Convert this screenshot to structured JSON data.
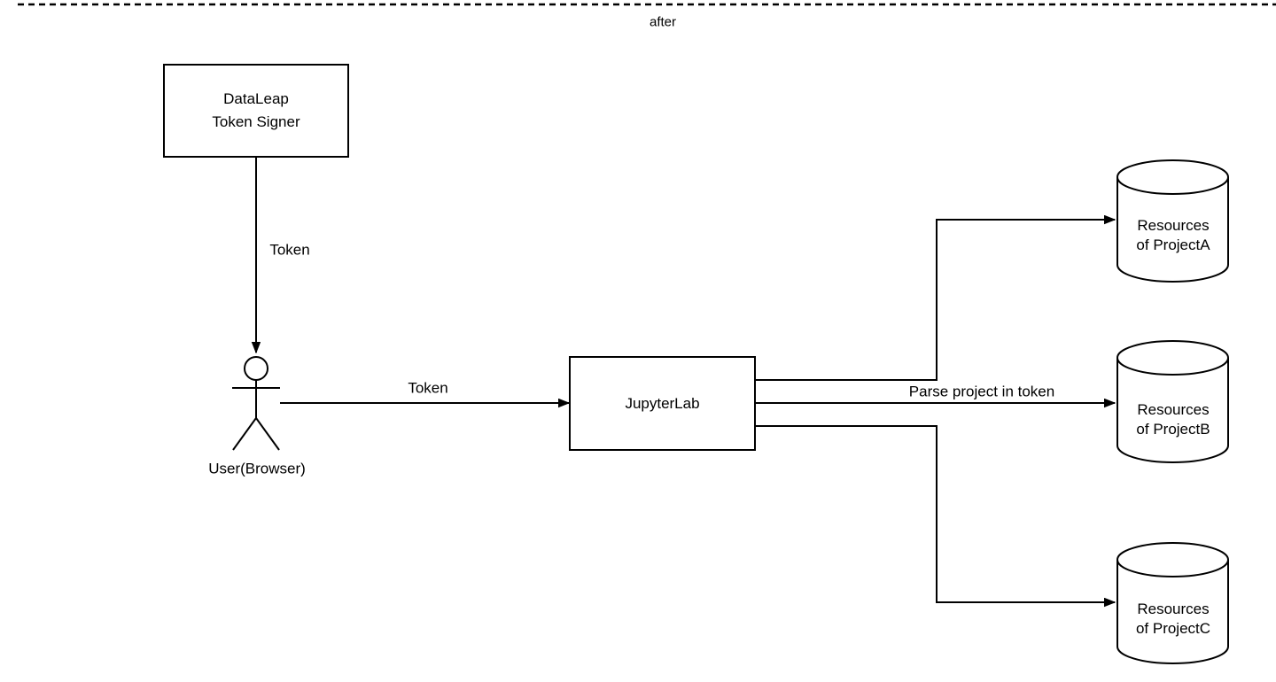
{
  "diagram": {
    "phase_label": "after",
    "nodes": {
      "token_signer": {
        "lines": [
          "DataLeap",
          "Token Signer"
        ]
      },
      "user": {
        "label": "User(Browser)"
      },
      "jupyterlab": {
        "label": "JupyterLab"
      },
      "project_a": {
        "lines": [
          "Resources",
          "of ProjectA"
        ]
      },
      "project_b": {
        "lines": [
          "Resources",
          "of ProjectB"
        ]
      },
      "project_c": {
        "lines": [
          "Resources",
          "of ProjectC"
        ]
      }
    },
    "edges": {
      "signer_to_user": {
        "label": "Token"
      },
      "user_to_jupyterlab": {
        "label": "Token"
      },
      "jupyterlab_to_resources": {
        "label": "Parse project in token"
      }
    },
    "colors": {
      "stroke": "#000000",
      "background": "#ffffff",
      "text": "#000000"
    }
  }
}
